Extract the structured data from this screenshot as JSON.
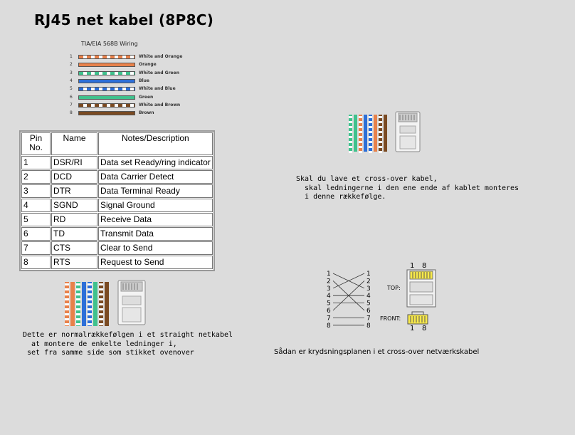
{
  "title": "RJ45 net kabel (8P8C)",
  "wiring": {
    "title": "TIA/EIA 568B Wiring",
    "wires": [
      {
        "num": "1",
        "label": "White and Orange",
        "color": "#e8814a",
        "striped": true
      },
      {
        "num": "2",
        "label": "Orange",
        "color": "#e8814a",
        "striped": false
      },
      {
        "num": "3",
        "label": "White and Green",
        "color": "#3fc28d",
        "striped": true
      },
      {
        "num": "4",
        "label": "Blue",
        "color": "#2d6fd8",
        "striped": false
      },
      {
        "num": "5",
        "label": "White and Blue",
        "color": "#2d6fd8",
        "striped": true
      },
      {
        "num": "6",
        "label": "Green",
        "color": "#3fc28d",
        "striped": false
      },
      {
        "num": "7",
        "label": "White and Brown",
        "color": "#7a4a22",
        "striped": true
      },
      {
        "num": "8",
        "label": "Brown",
        "color": "#7a4a22",
        "striped": false
      }
    ]
  },
  "table": {
    "headers": [
      "Pin No.",
      "Name",
      "Notes/Description"
    ],
    "rows": [
      [
        "1",
        "DSR/RI",
        "Data set Ready/ring indicator"
      ],
      [
        "2",
        "DCD",
        "Data Carrier Detect"
      ],
      [
        "3",
        "DTR",
        "Data Terminal Ready"
      ],
      [
        "4",
        "SGND",
        "Signal Ground"
      ],
      [
        "5",
        "RD",
        "Receive Data"
      ],
      [
        "6",
        "TD",
        "Transmit Data"
      ],
      [
        "7",
        "CTS",
        "Clear to Send"
      ],
      [
        "8",
        "RTS",
        "Request to Send"
      ]
    ]
  },
  "crossover_text": "Skal du lave et cross-over kabel,\n  skal ledningerne i den ene ende af kablet monteres\n  i denne rækkefølge.",
  "straight_text": "Dette er normalrækkefølgen i et straight netkabel\n  at montere de enkelte ledninger i,\n set fra samme side som stikket ovenover",
  "crossover_caption": "Sådan er krydsningsplanen i et cross-over netværkskabel",
  "diagram": {
    "left_pins": [
      "1",
      "2",
      "3",
      "4",
      "5",
      "6",
      "7",
      "8"
    ],
    "right_pins": [
      "1",
      "2",
      "3",
      "4",
      "5",
      "6",
      "7",
      "8"
    ],
    "top_label": "TOP:",
    "front_label": "FRONT:",
    "pin_first": "1",
    "pin_last": "8"
  }
}
